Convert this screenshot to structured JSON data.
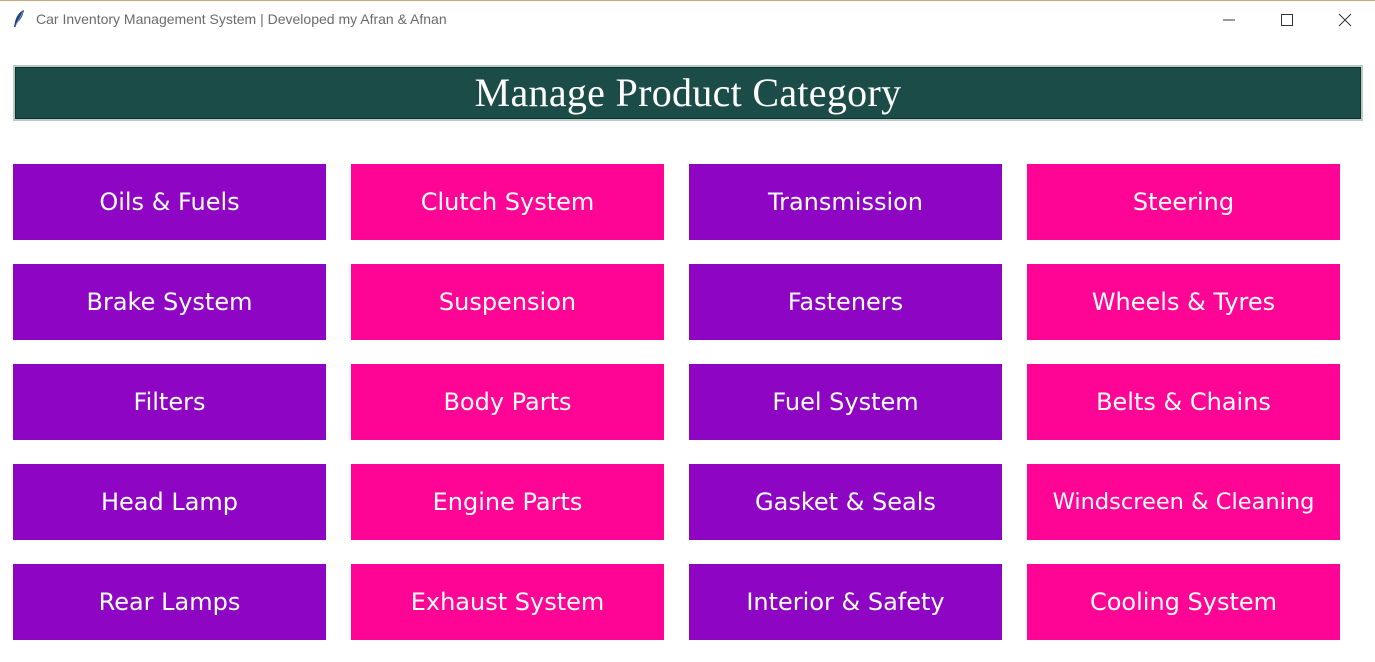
{
  "window": {
    "title": "Car Inventory Management System | Developed my Afran & Afnan",
    "icon": "feather-icon",
    "controls": [
      "minimize-icon",
      "maximize-icon",
      "close-icon"
    ]
  },
  "header": {
    "title": "Manage Product Category",
    "background": "#1c4c47"
  },
  "colors": {
    "purple": "#8e06c3",
    "pink": "#ff0596"
  },
  "categories": [
    {
      "label": "Oils & Fuels",
      "color": "purple"
    },
    {
      "label": "Clutch System",
      "color": "pink"
    },
    {
      "label": "Transmission",
      "color": "purple"
    },
    {
      "label": "Steering",
      "color": "pink"
    },
    {
      "label": "Brake System",
      "color": "purple"
    },
    {
      "label": "Suspension",
      "color": "pink"
    },
    {
      "label": "Fasteners",
      "color": "purple"
    },
    {
      "label": "Wheels & Tyres",
      "color": "pink"
    },
    {
      "label": "Filters",
      "color": "purple"
    },
    {
      "label": "Body Parts",
      "color": "pink"
    },
    {
      "label": "Fuel System",
      "color": "purple"
    },
    {
      "label": "Belts & Chains",
      "color": "pink"
    },
    {
      "label": "Head Lamp",
      "color": "purple"
    },
    {
      "label": "Engine Parts",
      "color": "pink"
    },
    {
      "label": "Gasket & Seals",
      "color": "purple"
    },
    {
      "label": "Windscreen & Cleaning",
      "color": "pink"
    },
    {
      "label": "Rear Lamps",
      "color": "purple"
    },
    {
      "label": "Exhaust System",
      "color": "pink"
    },
    {
      "label": "Interior & Safety",
      "color": "purple"
    },
    {
      "label": "Cooling System",
      "color": "pink"
    }
  ]
}
